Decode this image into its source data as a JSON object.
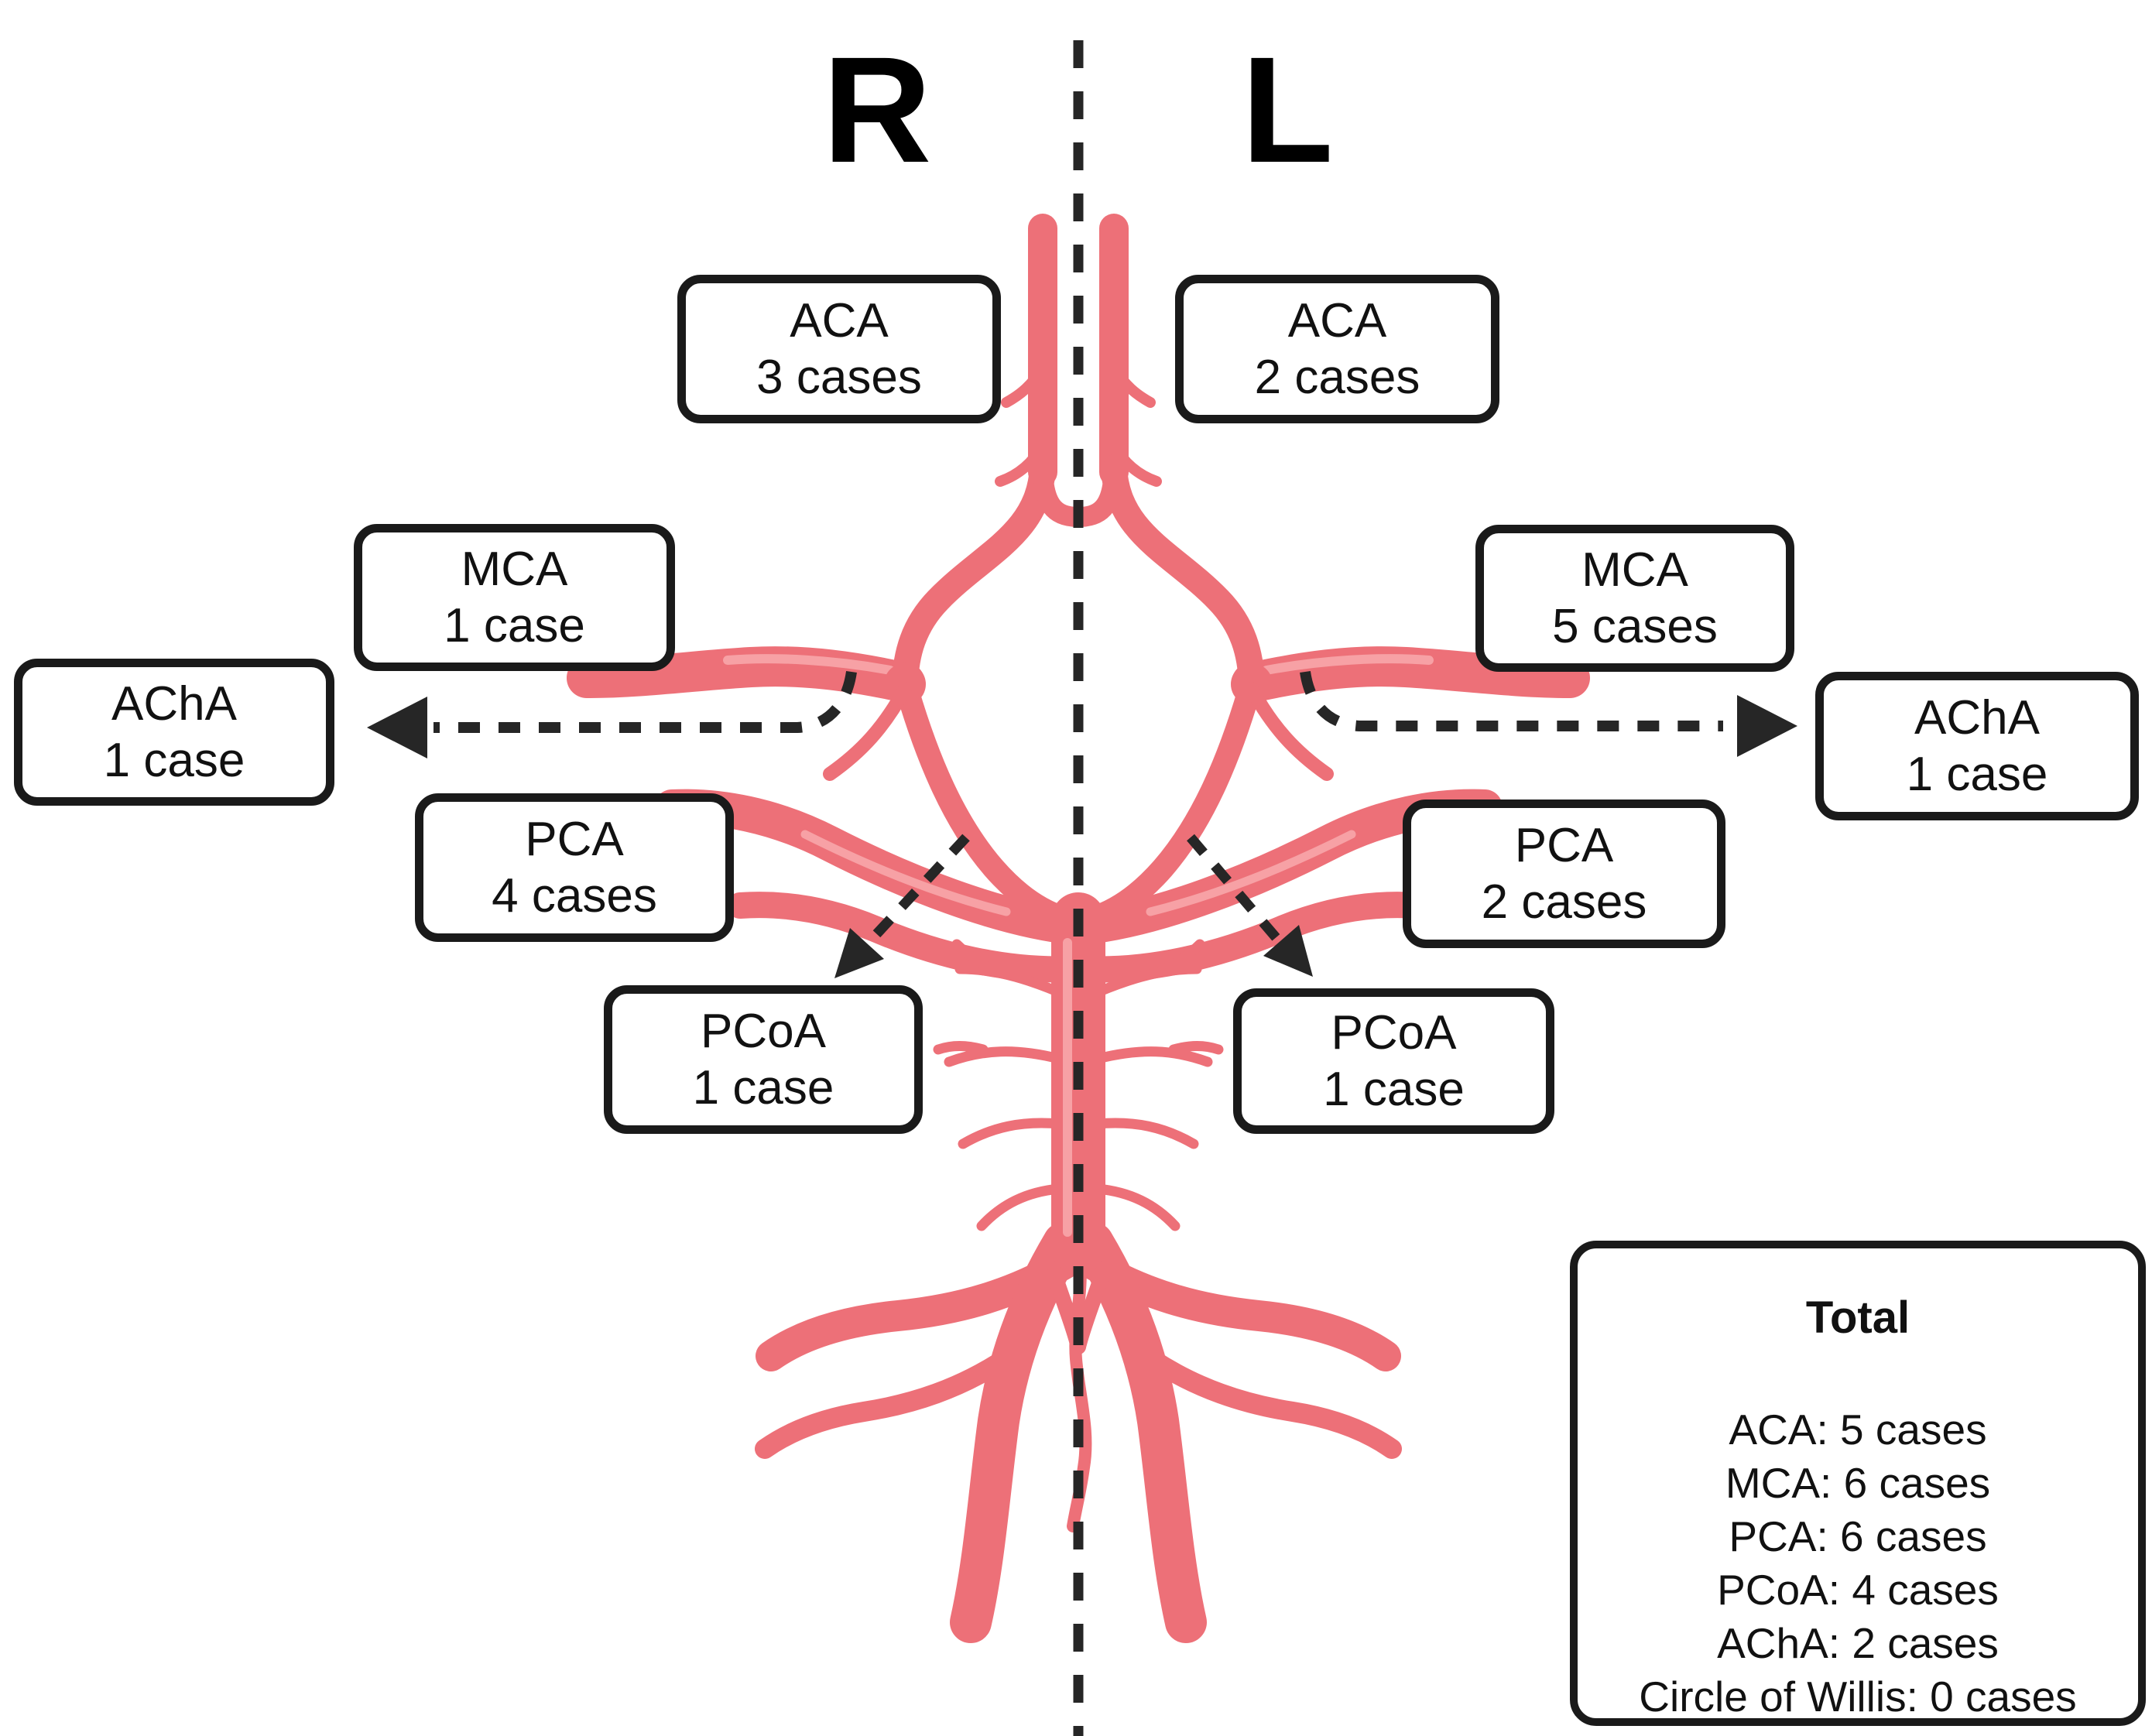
{
  "orientation": {
    "right_label": "R",
    "left_label": "L"
  },
  "boxes": [
    {
      "id": "aca-right",
      "artery": "ACA",
      "cases": "3 cases"
    },
    {
      "id": "aca-left",
      "artery": "ACA",
      "cases": "2 cases"
    },
    {
      "id": "mca-right",
      "artery": "MCA",
      "cases": "1 case"
    },
    {
      "id": "mca-left",
      "artery": "MCA",
      "cases": "5 cases"
    },
    {
      "id": "acha-right",
      "artery": "AChA",
      "cases": "1 case"
    },
    {
      "id": "acha-left",
      "artery": "AChA",
      "cases": "1 case"
    },
    {
      "id": "pca-right",
      "artery": "PCA",
      "cases": "4 cases"
    },
    {
      "id": "pca-left",
      "artery": "PCA",
      "cases": "2 cases"
    },
    {
      "id": "pcoa-right",
      "artery": "PCoA",
      "cases": "1 case"
    },
    {
      "id": "pcoa-left",
      "artery": "PCoA",
      "cases": "1 case"
    }
  ],
  "total": {
    "title": "Total",
    "lines": [
      "ACA: 5 cases",
      "MCA: 6 cases",
      "PCA: 6 cases",
      "PCoA: 4 cases",
      "AChA: 2 cases",
      "Circle of Willis: 0 cases"
    ]
  },
  "colors": {
    "artery": "#ed7078",
    "artery_highlight": "#f7a6aa",
    "artery_shadow": "#d95f66",
    "line": "#262626",
    "box_border": "#1a1a1a",
    "background": "#ffffff",
    "text": "#111111"
  }
}
